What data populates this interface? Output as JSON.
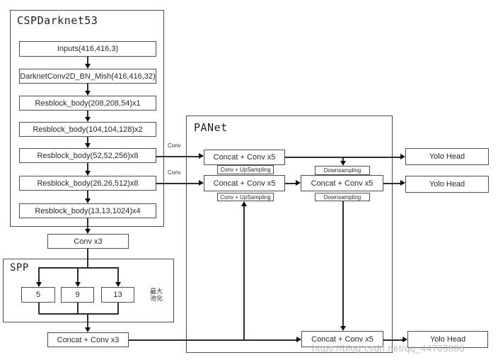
{
  "backbone": {
    "title": "CSPDarknet53",
    "inputs": "Inputs(416,416,3)",
    "stem": "DarknetConv2D_BN_Mish(416,416,32)",
    "res1": "Resblock_body(208,208,54)x1",
    "res2": "Resblock_body(104,104,128)x2",
    "res3": "Resblock_body(52,52,256)x8",
    "res4": "Resblock_body(26,26,512)x8",
    "res5": "Resblock_body(13,13,1024)x4"
  },
  "links": {
    "conv_label_1": "Conv",
    "conv_label_2": "Conv"
  },
  "conv3": "Conv x3",
  "spp": {
    "title": "SPP",
    "pool_5": "5",
    "pool_9": "9",
    "pool_13": "13",
    "maxpool_label": "最大\n池化"
  },
  "concat_conv3": "Concat + Conv x3",
  "panet": {
    "title": "PANet",
    "concat_top": "Concat + Conv x5",
    "concat_mid": "Concat + Conv x5",
    "concat_right": "Concat + Conv x5",
    "concat_bottom": "Concat + Conv x5",
    "upsample_1": "Conv + UpSampling",
    "upsample_2": "Conv + UpSampling",
    "downsample_1": "Downsampling",
    "downsample_2": "Downsampling"
  },
  "heads": {
    "head_1": "Yolo Head",
    "head_2": "Yolo Head",
    "head_3": "Yolo Head"
  },
  "watermark": "https://blog.csdn.net/qq_44703886",
  "colors": {
    "line": "#2d2d2d",
    "border": "#4e4e4e",
    "background": "#ffffff"
  }
}
